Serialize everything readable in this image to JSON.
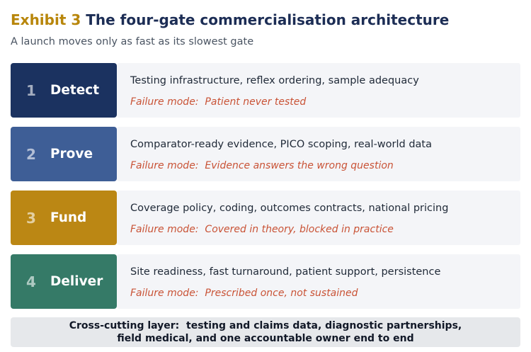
{
  "header": {
    "exhibit_label": "Exhibit 3",
    "title": "The four-gate commercialisation architecture",
    "subtitle": "A launch moves only as fast as its slowest gate"
  },
  "colors": {
    "title": "#1c2d55",
    "exhibit_accent": "#b8860b",
    "failure_text": "#c95336",
    "panel_background": "#f4f5f8",
    "crosscut_background": "#e6e8eb"
  },
  "gates": [
    {
      "number": "1",
      "name": "Detect",
      "color": "#1b3260",
      "description": "Testing infrastructure, reflex ordering, sample adequacy",
      "failure": "Failure mode:  Patient never tested"
    },
    {
      "number": "2",
      "name": "Prove",
      "color": "#3e5e96",
      "description": "Comparator-ready evidence, PICO scoping, real-world data",
      "failure": "Failure mode:  Evidence answers the wrong question"
    },
    {
      "number": "3",
      "name": "Fund",
      "color": "#bb8714",
      "description": "Coverage policy, coding, outcomes contracts, national pricing",
      "failure": "Failure mode:  Covered in theory, blocked in practice"
    },
    {
      "number": "4",
      "name": "Deliver",
      "color": "#357a67",
      "description": "Site readiness, fast turnaround, patient support, persistence",
      "failure": "Failure mode:  Prescribed once, not sustained"
    }
  ],
  "crosscutting": {
    "line1": "Cross-cutting layer:  testing and claims data, diagnostic partnerships,",
    "line2": "field medical, and one accountable owner end to end"
  }
}
